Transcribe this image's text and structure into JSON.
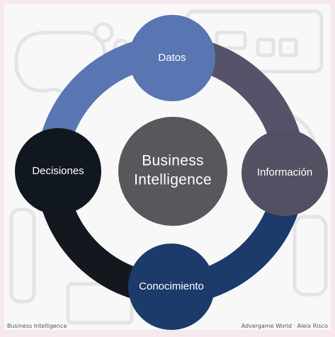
{
  "diagram": {
    "center": {
      "line1": "Business",
      "line2": "Intelligence",
      "color": "#58585c"
    },
    "nodes": [
      {
        "label": "Datos",
        "color": "#5976b3"
      },
      {
        "label": "Información",
        "color": "#545063"
      },
      {
        "label": "Conocimiento",
        "color": "#1c3a6a"
      },
      {
        "label": "Decisiones",
        "color": "#11171f"
      }
    ],
    "ring_colors": {
      "datos_informacion": "#56526a",
      "informacion_conocimiento": "#1c3a6a",
      "conocimiento_decisiones": "#13181f",
      "decisiones_datos": "#5976b3"
    }
  },
  "footer": {
    "left": "Business Intelligence",
    "right": "Advergame World · Aleix Risco"
  }
}
